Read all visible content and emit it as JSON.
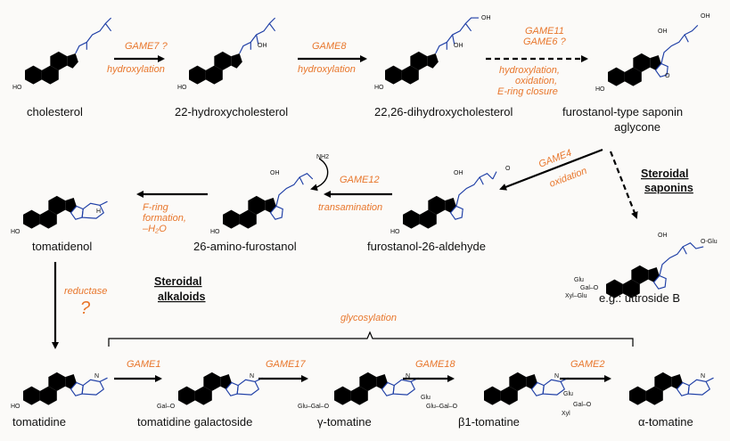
{
  "compounds": {
    "cholesterol": "cholesterol",
    "hydroxy22": "22-hydroxycholesterol",
    "dihydroxy": "22,26-dihydroxycholesterol",
    "furostanol_aglycone_1": "furostanol-type saponin",
    "furostanol_aglycone_2": "aglycone",
    "tomatidenol": "tomatidenol",
    "amino_furostanol": "26-amino-furostanol",
    "aldehyde": "furostanol-26-aldehyde",
    "uttroside": "e.g.: uttroside B",
    "tomatidine": "tomatidine",
    "galactoside": "tomatidine galactoside",
    "gamma": "γ-tomatine",
    "beta1": "β1-tomatine",
    "alpha": "α-tomatine"
  },
  "enzymes": {
    "game7": "GAME7 ?",
    "game8": "GAME8",
    "game11": "GAME11",
    "game6": "GAME6 ?",
    "game4": "GAME4",
    "game12": "GAME12",
    "game1": "GAME1",
    "game17": "GAME17",
    "game18": "GAME18",
    "game2": "GAME2"
  },
  "reactions": {
    "hydroxylation_1": "hydroxylation",
    "hydroxylation_2": "hydroxylation",
    "multi_1": "hydroxylation,",
    "multi_2": "oxidation,",
    "multi_3": "E-ring closure",
    "oxidation": "oxidation",
    "transamination": "transamination",
    "fring_1": "F-ring",
    "fring_2": "formation,",
    "fring_3": "–H₂O",
    "reductase": "reductase",
    "unknown": "?",
    "glycosylation": "glycosylation"
  },
  "headers": {
    "saponins_1": "Steroidal",
    "saponins_2": "saponins",
    "alkaloids_1": "Steroidal",
    "alkaloids_2": "alkaloids"
  },
  "atoms": {
    "ho": "HO",
    "oh": "OH",
    "o": "O",
    "nh2": "NH2",
    "h": "H",
    "nh": "N",
    "glu": "Glu",
    "gal": "Gal",
    "xyl": "Xyl",
    "o_glu": "O-Glu",
    "gal_o": "Gal–O",
    "glu_gal_o": "Glu–Gal–O",
    "glu_glu_gal_o": "Glu–Gal–O",
    "xyl_glu": "Xyl–Glu",
    "glu_gal_o2": "Gal–O"
  },
  "colors": {
    "structure": "#1f3fa6",
    "enzyme": "#e8762b",
    "arrow": "#000000",
    "background": "#fbfaf8"
  }
}
